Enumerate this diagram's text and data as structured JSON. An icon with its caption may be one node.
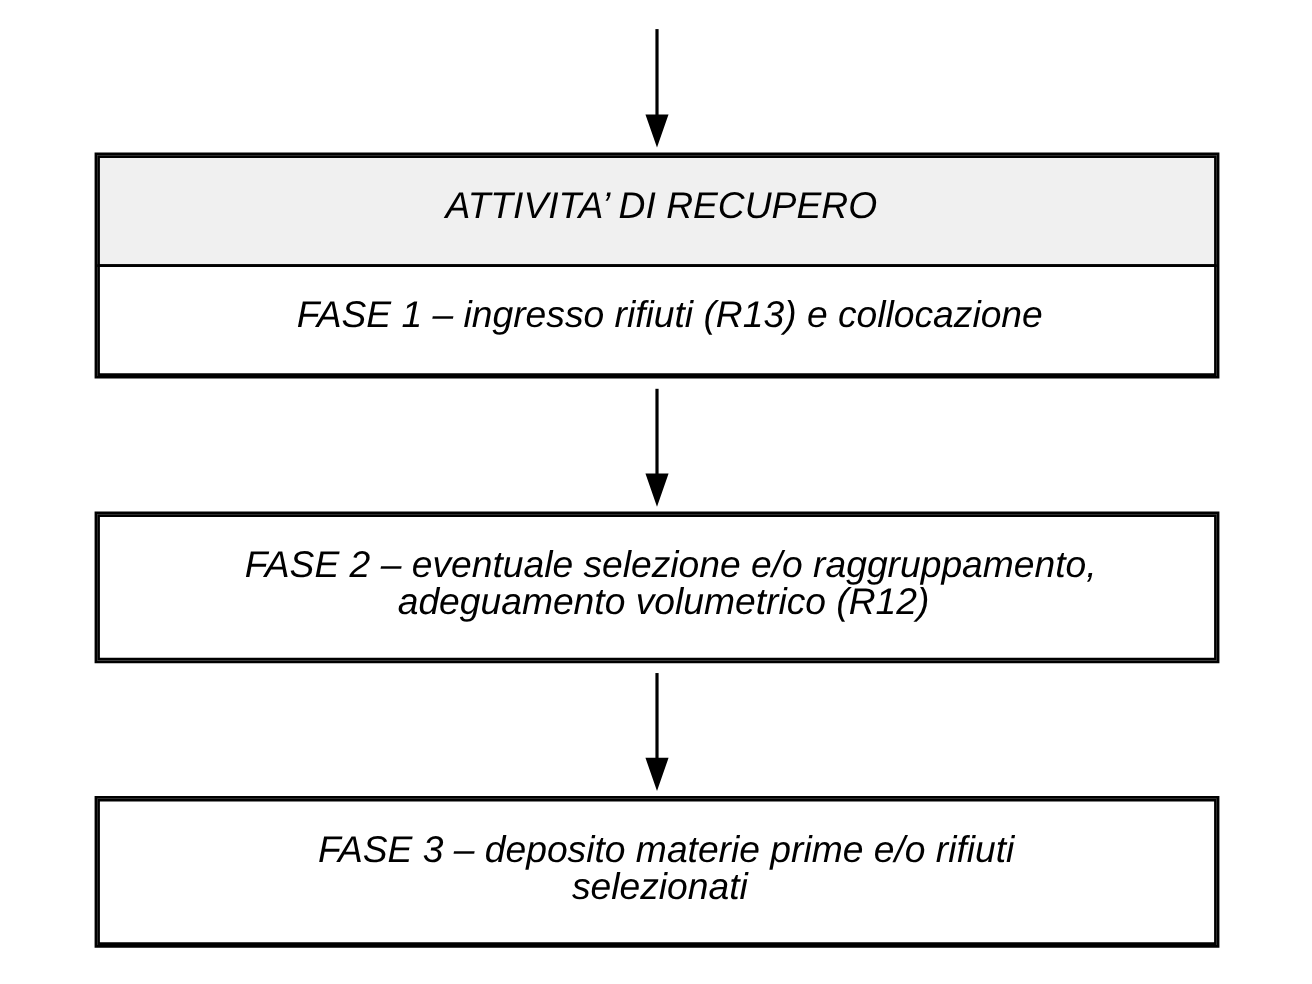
{
  "diagram": {
    "nodes": [
      {
        "text": [
          "ATTIVITA’ DI RECUPERO",
          "FASE 1 – ingresso rifiuti (R13) e collocazione"
        ]
      },
      {
        "text": [
          "FASE 2 – eventuale selezione e/o raggruppamento, adeguamento volumetrico (R12)"
        ]
      },
      {
        "text": [
          "FASE 3 – deposito materie prime e/o rifiuti selezionati"
        ]
      }
    ],
    "edges": [
      {
        "from": null,
        "to": 0,
        "arrow": "to"
      },
      {
        "from": 0,
        "to": 1,
        "arrow": "to"
      },
      {
        "from": 1,
        "to": 2,
        "arrow": "to"
      }
    ]
  }
}
